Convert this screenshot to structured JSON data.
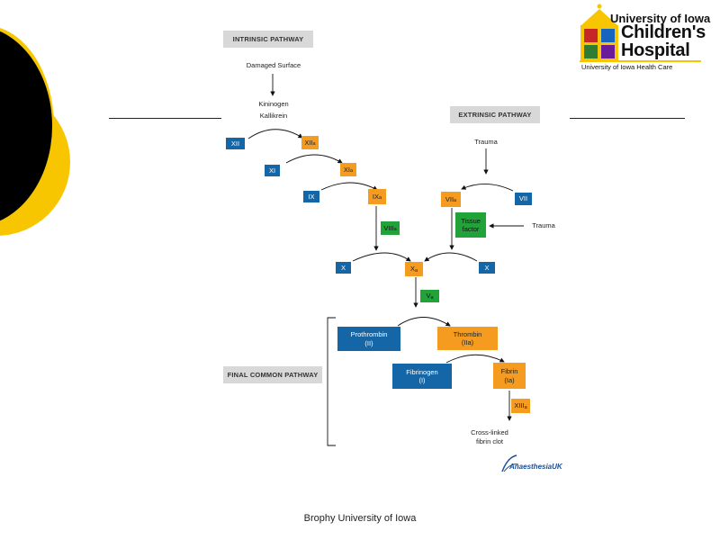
{
  "logo": {
    "line1": "University of Iowa",
    "line2": "Children's",
    "line3": "Hospital",
    "line4": "University of Iowa Health Care"
  },
  "diagram": {
    "intrinsic_tag": "INTRINSIC PATHWAY",
    "extrinsic_tag": "EXTRINSIC PATHWAY",
    "final_tag": "FINAL COMMON  PATHWAY",
    "damaged_surface": "Damaged Surface",
    "kininogen": "Kininogen",
    "kallikrein": "Kallikrein",
    "trauma_top": "Trauma",
    "trauma_right": "Trauma",
    "xii": "XII",
    "xiia": "XII",
    "xi": "XI",
    "xia": "XI",
    "ix": "IX",
    "ixa": "IX",
    "viiia": "VIII",
    "viia": "VII",
    "vii": "VII",
    "tissue_factor": "Tissue factor",
    "x_left": "X",
    "xa": "X",
    "x_right": "X",
    "va": "V",
    "sub_a": "a",
    "prothrombin_name": "Prothrombin",
    "prothrombin_code": "(II)",
    "thrombin_name": "Thrombin",
    "thrombin_code": "(IIa)",
    "fibrinogen_name": "Fibrinogen",
    "fibrinogen_code": "(I)",
    "fibrin_name": "Fibrin",
    "fibrin_code": "(Ia)",
    "xiiia": "XIII",
    "clot_line1": "Cross-linked",
    "clot_line2": "fibrin clot"
  },
  "source_logo": "AnaesthesiaUK",
  "footer": "Brophy University of Iowa",
  "colors": {
    "blue": "#1566a6",
    "orange": "#f59b1f",
    "green": "#22a33a",
    "gold": "#f7c600",
    "tag_gray": "#d8d8d8"
  }
}
